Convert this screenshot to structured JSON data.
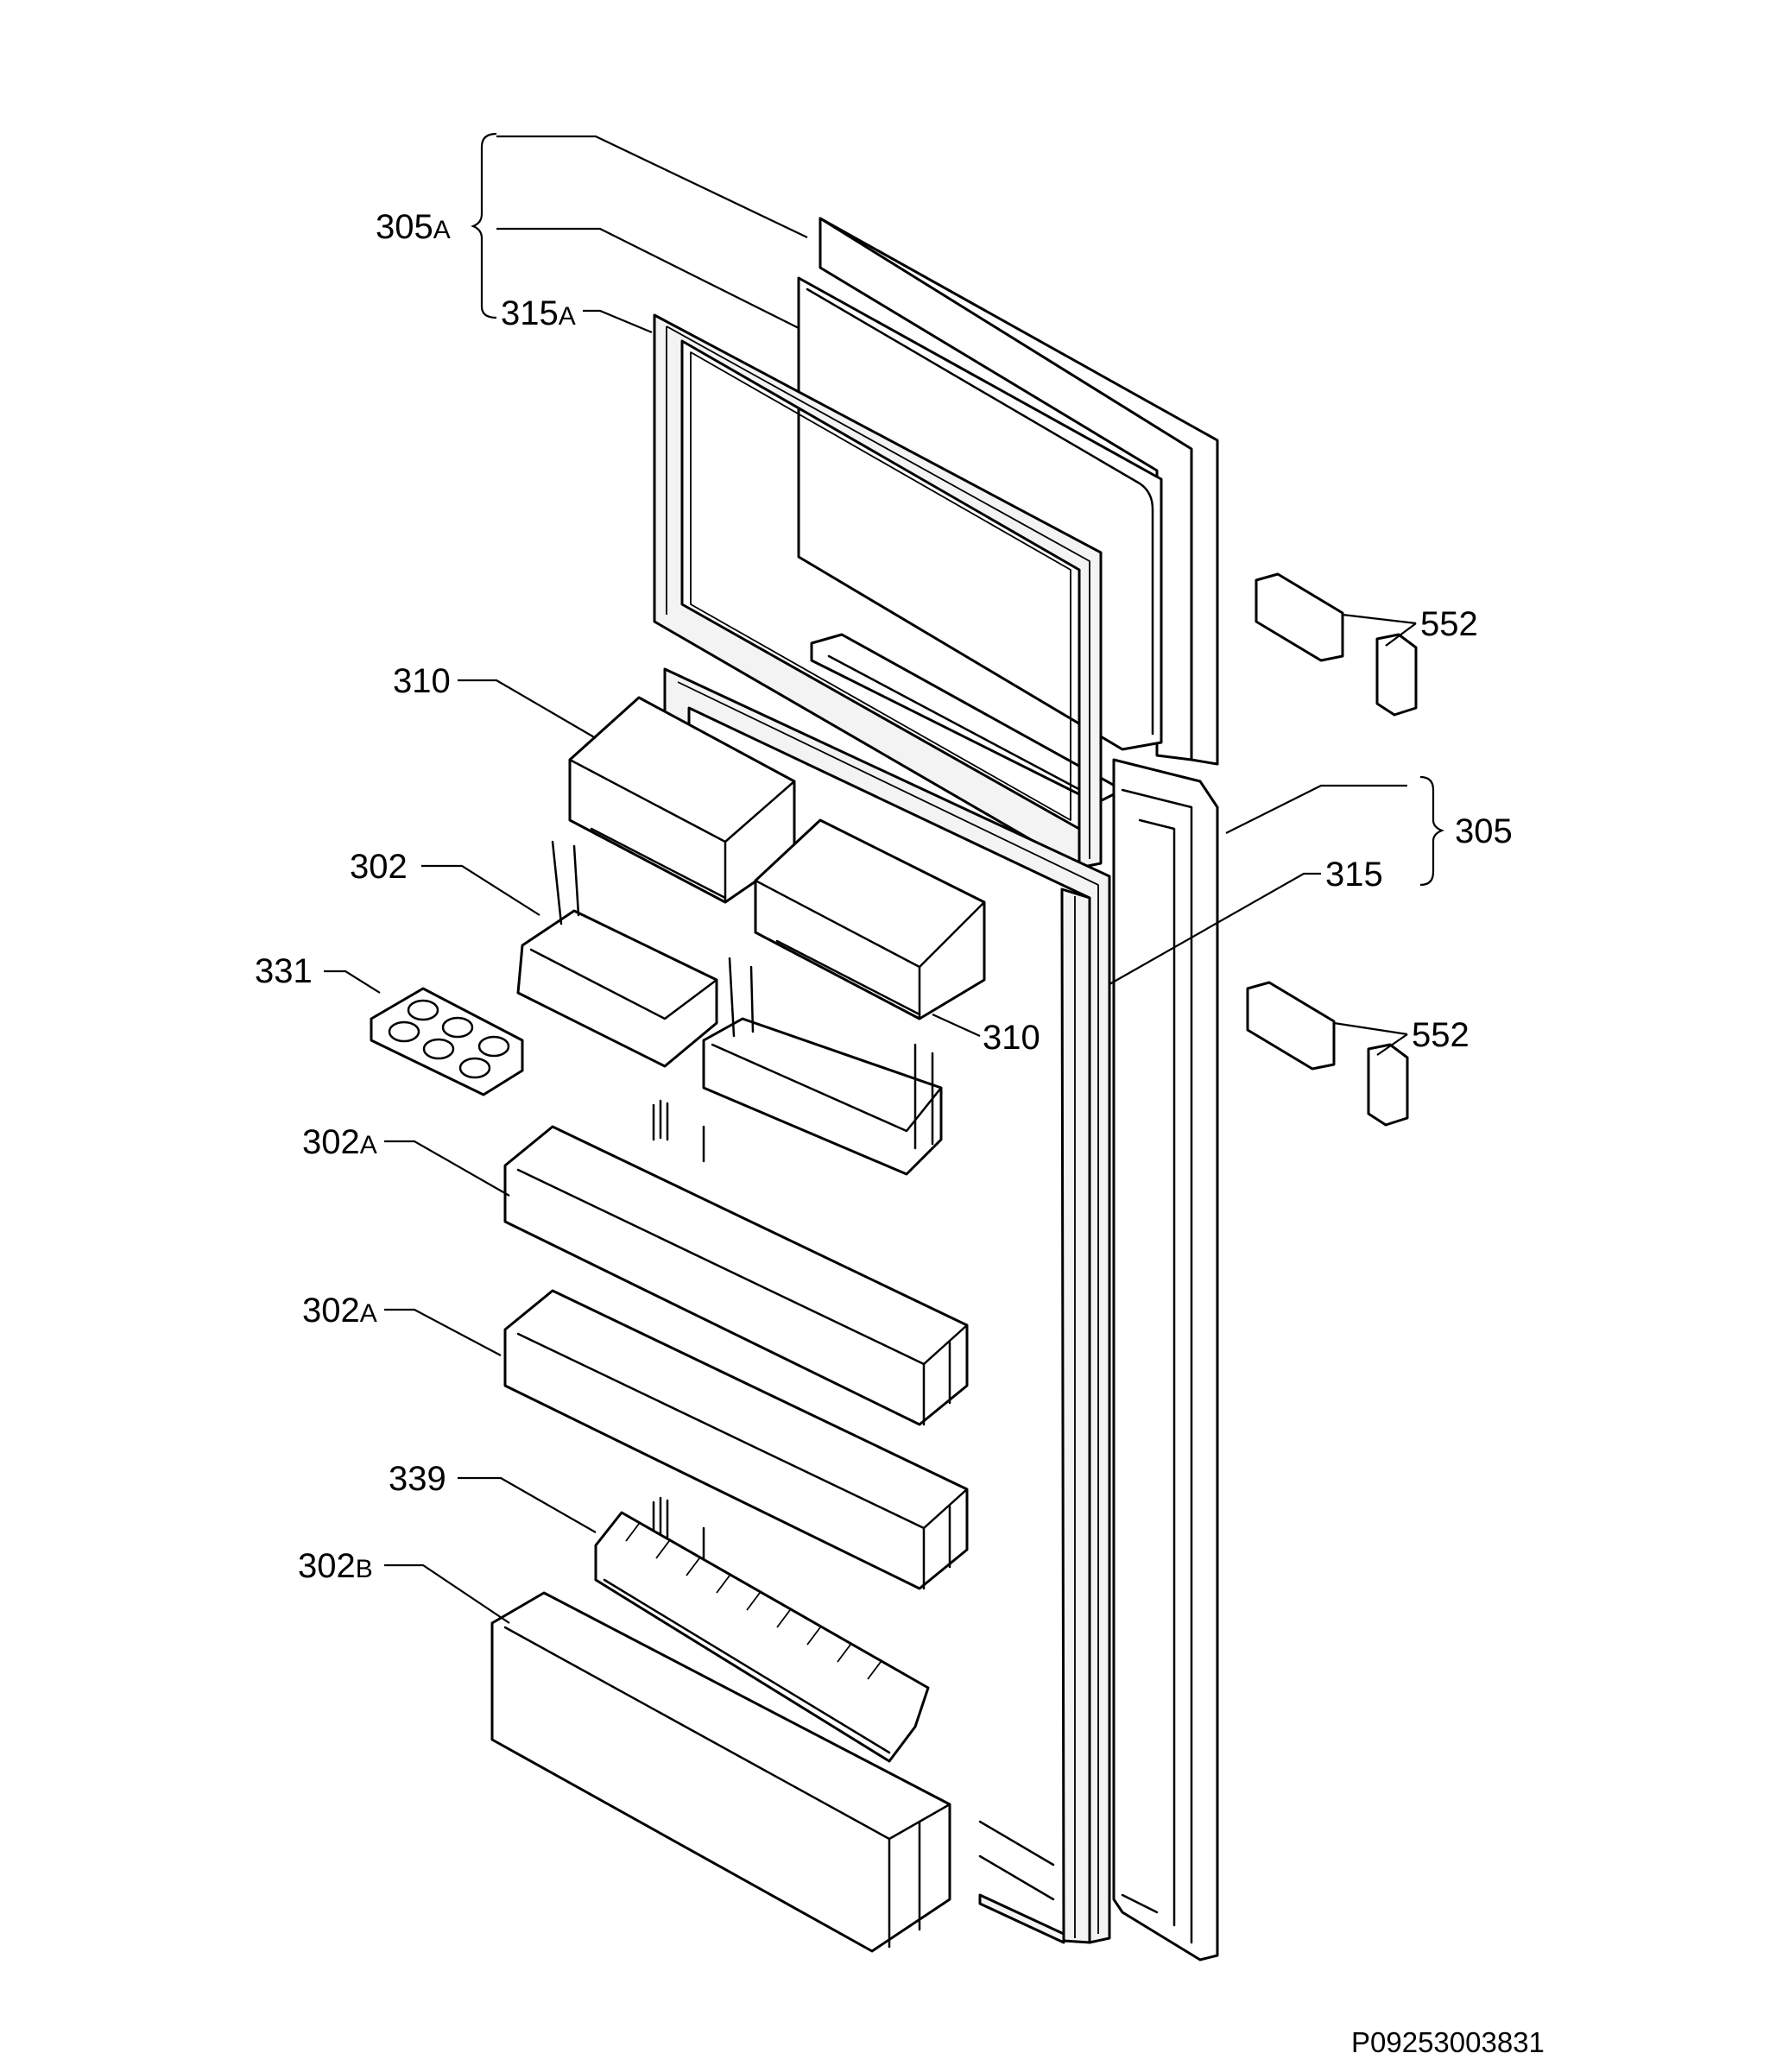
{
  "diagram": {
    "labels": {
      "l305A": {
        "num": "305",
        "suffix": "A"
      },
      "l315A": {
        "num": "315",
        "suffix": "A"
      },
      "l310a": {
        "num": "310",
        "suffix": ""
      },
      "l302": {
        "num": "302",
        "suffix": ""
      },
      "l331": {
        "num": "331",
        "suffix": ""
      },
      "l310b": {
        "num": "310",
        "suffix": ""
      },
      "l302A1": {
        "num": "302",
        "suffix": "A"
      },
      "l302A2": {
        "num": "302",
        "suffix": "A"
      },
      "l339": {
        "num": "339",
        "suffix": ""
      },
      "l302B": {
        "num": "302",
        "suffix": "B"
      },
      "l552a": {
        "num": "552",
        "suffix": ""
      },
      "l552b": {
        "num": "552",
        "suffix": ""
      },
      "l305": {
        "num": "305",
        "suffix": ""
      },
      "l315": {
        "num": "315",
        "suffix": ""
      }
    },
    "code": "P09253003831"
  }
}
